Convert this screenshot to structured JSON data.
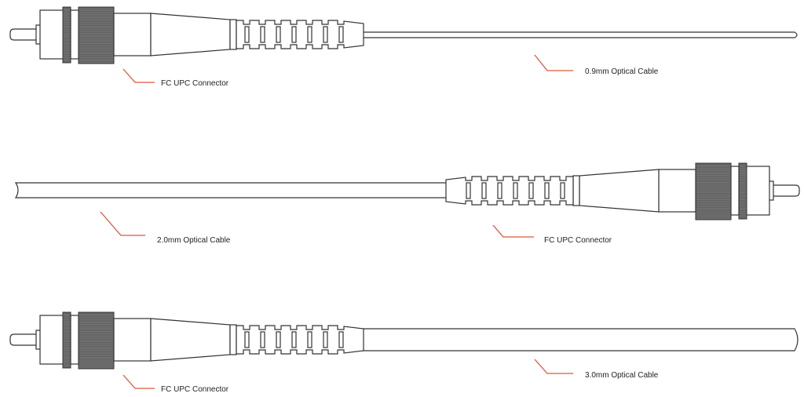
{
  "colors": {
    "leader": "#e0563b",
    "line": "#333333",
    "knurl": "#5a5a5a"
  },
  "diagrams": [
    {
      "connector_label": "FC UPC Connector",
      "cable_label": "0.9mm Optical Cable"
    },
    {
      "connector_label": "FC UPC Connector",
      "cable_label": "2.0mm Optical Cable"
    },
    {
      "connector_label": "FC UPC Connector",
      "cable_label": "3.0mm Optical Cable"
    }
  ]
}
